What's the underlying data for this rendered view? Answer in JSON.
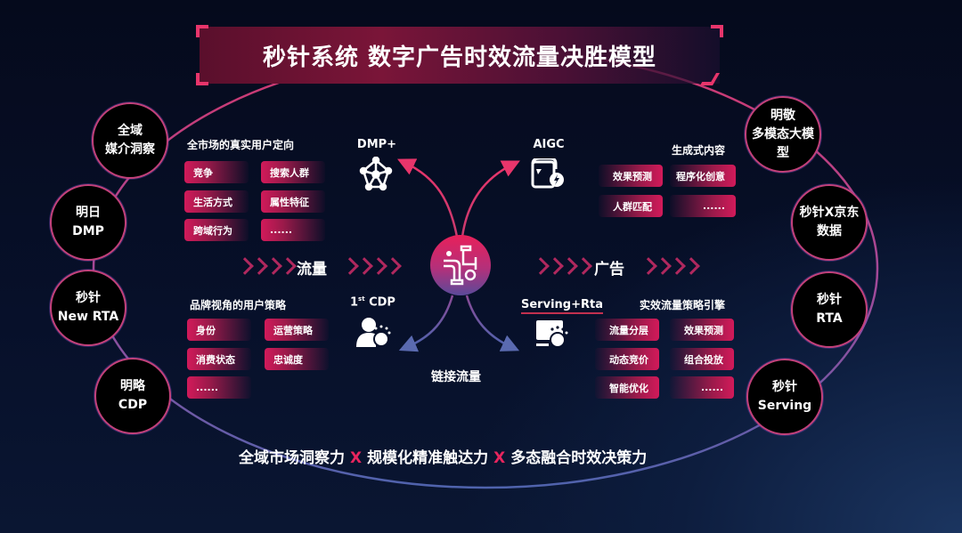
{
  "title": "秒针系统 数字广告时效流量决胜模型",
  "colors": {
    "accent_magenta": "#e8356b",
    "pill_red": "#d21a5a",
    "background": "#07102a",
    "ellipse_top": "#c3417a",
    "ellipse_bottom": "#5a6ab0"
  },
  "nodes_left": [
    {
      "line1": "全域",
      "line2": "媒介洞察"
    },
    {
      "line1": "明日",
      "line2": "DMP"
    },
    {
      "line1": "秒针",
      "line2": "New RTA"
    },
    {
      "line1": "明略",
      "line2": "CDP"
    }
  ],
  "nodes_right": [
    {
      "line1": "明敬",
      "line2": "多模态大模型"
    },
    {
      "line1": "秒针X京东",
      "line2": "数据"
    },
    {
      "line1": "秒针",
      "line2": "RTA"
    },
    {
      "line1": "秒针",
      "line2": "Serving"
    }
  ],
  "top_left": {
    "title": "全市场的真实用户定向",
    "icon_label": "DMP+",
    "icon": "network-icon",
    "pills": [
      "竞争",
      "搜索人群",
      "生活方式",
      "属性特征",
      "跨域行为",
      "......"
    ]
  },
  "top_right": {
    "title": "生成式内容",
    "icon_label": "AIGC",
    "icon": "aigc-icon",
    "pills": [
      "效果预测",
      "程序化创意",
      "人群匹配",
      "......"
    ]
  },
  "bottom_left": {
    "title": "品牌视角的用户策略",
    "icon_label_main": "1",
    "icon_label_sup": "st",
    "icon_label_rest": " CDP",
    "icon": "user-data-icon",
    "pills": [
      "身份",
      "运营策略",
      "消费状态",
      "忠诚度",
      "......"
    ]
  },
  "bottom_right": {
    "title": "实效流量策略引擎",
    "icon_label": "Serving+Rta",
    "icon": "serving-icon",
    "pills": [
      "流量分层",
      "效果预测",
      "动态竞价",
      "组合投放",
      "智能优化",
      "......"
    ]
  },
  "center": {
    "left_label": "流量",
    "right_label": "广告",
    "bottom_label": "链接流量",
    "hub_icon": "pipe-icon"
  },
  "slogan": {
    "part1": "全域市场洞察力",
    "sep": "X",
    "part2": "规模化精准触达力",
    "part3": "多态融合时效决策力"
  }
}
